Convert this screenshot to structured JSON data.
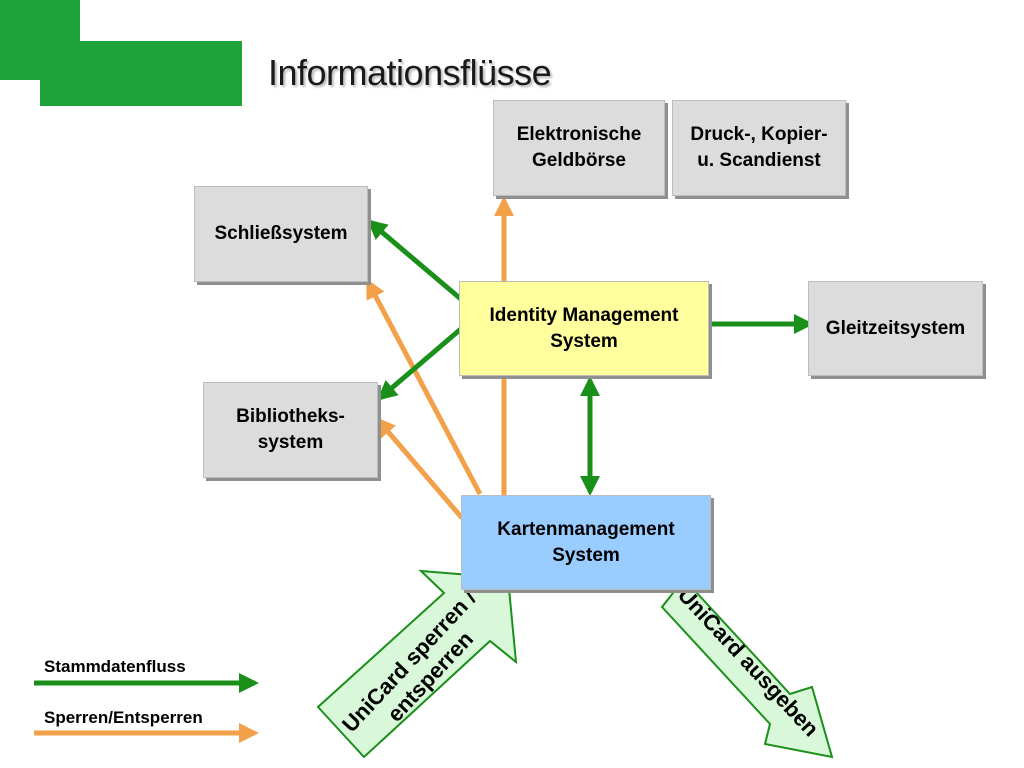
{
  "title": "Informationsflüsse",
  "nodes": {
    "elektronische_geldboerse": "Elektronische\nGeldbörse",
    "druck_kopier": "Druck-, Kopier-\nu. Scandienst",
    "schliesssystem": "Schließsystem",
    "identity_management": "Identity Management\nSystem",
    "gleitzeitsystem": "Gleitzeitsystem",
    "bibliothekssystem": "Bibliotheks-\nsystem",
    "kartenmanagement": "Kartenmanagement\nSystem"
  },
  "big_arrows": {
    "sperren_line1": "UniCard sperren /",
    "sperren_line2": "entsperren",
    "ausgeben": "UniCard ausgeben"
  },
  "legend": {
    "stammdatenfluss": "Stammdatenfluss",
    "sperren": "Sperren/Entsperren"
  },
  "colors": {
    "green": "#1a8f1a",
    "orange": "#f2a04a",
    "brand_green": "#1ea33a"
  }
}
